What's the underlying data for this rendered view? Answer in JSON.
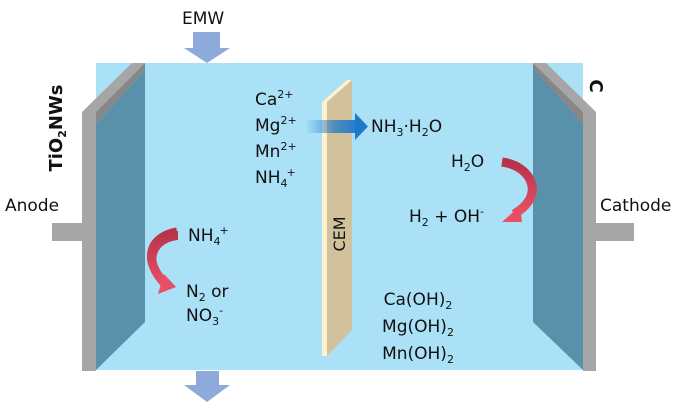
{
  "colors": {
    "electrolyte": "#aae1f7",
    "electrode_plate": "#5a91aa",
    "electrode_frame": "#a6a6a6",
    "electrode_frame_dark": "#878787",
    "membrane": "#d1c29d",
    "membrane_edge": "#fff2cc",
    "flow_arrow": "#8eaadb",
    "reaction_arrow_start": "#b8324a",
    "reaction_arrow_end": "#e84f64",
    "transport_arrow": "#1f78c8"
  },
  "labels": {
    "emw": "EMW",
    "anode": "Anode",
    "cathode": "Cathode",
    "anode_material": {
      "base": "TiO",
      "sub": "2",
      "rest": "NWs"
    },
    "cathode_material": "C",
    "membrane": "CEM"
  },
  "ions_left": [
    {
      "base": "Ca",
      "sup": "2+"
    },
    {
      "base": "Mg",
      "sup": "2+"
    },
    {
      "base": "Mn",
      "sup": "2+"
    },
    {
      "base": "NH",
      "sub": "4",
      "sup": "+"
    }
  ],
  "transport_product": {
    "parts": [
      "NH",
      "3",
      "·H",
      "2",
      "O"
    ]
  },
  "anode_reaction": {
    "reactant": {
      "base": "NH",
      "sub": "4",
      "sup": "+"
    },
    "product_line1": {
      "base": "N",
      "sub": "2",
      "rest": " or"
    },
    "product_line2": {
      "base": "NO",
      "sub": "3",
      "sup": "-"
    }
  },
  "cathode_reaction": {
    "reactant": {
      "base": "H",
      "sub": "2",
      "rest": "O"
    },
    "product": {
      "base": "H",
      "sub": "2",
      "rest": " + OH",
      "sup": "-"
    }
  },
  "precipitates": [
    {
      "base": "Ca(OH)",
      "sub": "2"
    },
    {
      "base": "Mg(OH)",
      "sub": "2"
    },
    {
      "base": "Mn(OH)",
      "sub": "2"
    }
  ]
}
